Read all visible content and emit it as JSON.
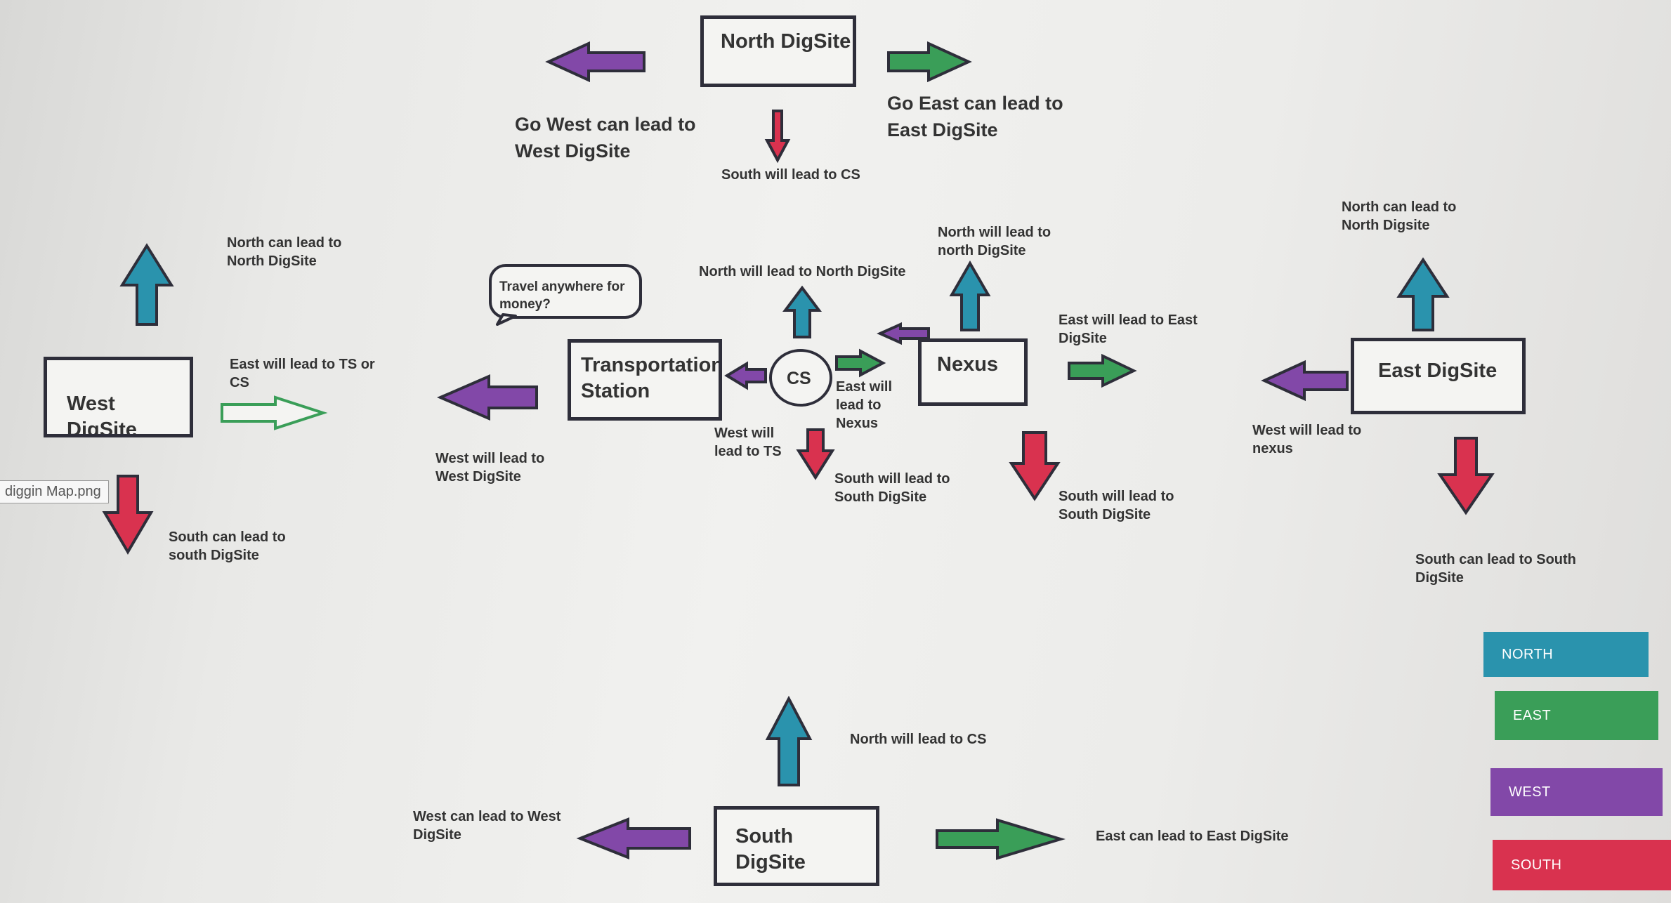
{
  "colors": {
    "north": "#2a93ad",
    "east": "#3a9e58",
    "west": "#8248a8",
    "south": "#d9324f",
    "outline": "#2e2e3a"
  },
  "file_tag": "diggin Map.png",
  "nodes": {
    "north": "North DigSite",
    "ts": "Transportation Station",
    "cs": "CS",
    "nexus": "Nexus",
    "west": "West DigSite",
    "east": "East DigSite",
    "south": "South DigSite"
  },
  "bubble": "Travel anywhere for money?",
  "labels": {
    "n_west": "Go West can lead to West DigSite",
    "n_east": "Go East can lead to East DigSite",
    "n_south": "South will lead to CS",
    "w_north": "North can lead to North DigSite",
    "w_east": "East will lead to TS or CS",
    "w_south": "South can lead to south DigSite",
    "ts_west": "West will lead to West DigSite",
    "cs_north": "North will lead to North DigSite",
    "cs_east": "East will lead to Nexus",
    "cs_west": "West will lead to TS",
    "cs_south": "South will lead to South DigSite",
    "nx_north": "North will lead to north DigSite",
    "nx_east": "East will lead to East DigSite",
    "nx_south": "South will lead to South DigSite",
    "e_north": "North can lead to North Digsite",
    "e_west": "West will lead to nexus",
    "e_south": "South can lead to South DigSite",
    "s_north": "North will lead to CS",
    "s_west": "West can lead to West DigSite",
    "s_east": "East can lead to East DigSite"
  },
  "legend": [
    "NORTH",
    "EAST",
    "WEST",
    "SOUTH"
  ]
}
